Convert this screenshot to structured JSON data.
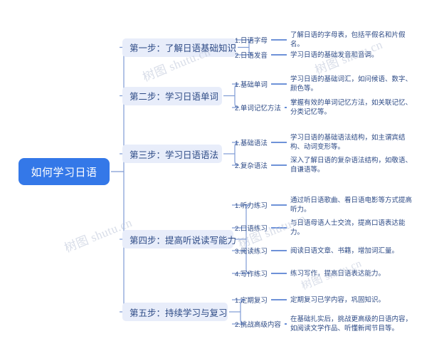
{
  "title": "如何学习日语",
  "root": {
    "label": "如何学习日语",
    "color": "#3478e8"
  },
  "theme": {
    "branch_bg": "#e8edfa",
    "branch_text": "#2d4a85",
    "line": "#7f9bd4",
    "lead_line": "#3f6fcc"
  },
  "watermarks": [
    {
      "text": "树图 shutu.cn"
    },
    {
      "text": "树图 shutu.cn"
    },
    {
      "text": "树图 shutu.cn"
    },
    {
      "text": "树图 shutu.cn"
    },
    {
      "text": "树图 shutu.cn"
    }
  ],
  "branches": [
    {
      "label": "第一步：了解日语基础知识",
      "leaves": [
        {
          "label": "1.日语字母",
          "desc": "了解日语的字母表，包括平假名和片假名。"
        },
        {
          "label": "2.日语发音",
          "desc": "学习日语的基础发音和音调。"
        }
      ]
    },
    {
      "label": "第二步：学习日语单词",
      "leaves": [
        {
          "label": "1.基础单词",
          "desc": "学习日语的基础词汇，如问候语、数字、颜色等。"
        },
        {
          "label": "2.单词记忆方法",
          "desc": "掌握有效的单词记忆方法，如关联记忆、分类记忆等。"
        }
      ]
    },
    {
      "label": "第三步：学习日语语法",
      "leaves": [
        {
          "label": "1.基础语法",
          "desc": "学习日语的基础语法结构，如主谓宾结构、动词变形等。"
        },
        {
          "label": "2.复杂语法",
          "desc": "深入了解日语的复杂语法结构，如敬语、自谦语等。"
        }
      ]
    },
    {
      "label": "第四步：提高听说读写能力",
      "leaves": [
        {
          "label": "1.听力练习",
          "desc": "通过听日语歌曲、看日语电影等方式提高听力。"
        },
        {
          "label": "2.口语练习",
          "desc": "与日语母语人士交流，提高口语表达能力。"
        },
        {
          "label": "3.阅读练习",
          "desc": "阅读日语文章、书籍，增加词汇量。"
        },
        {
          "label": "4.写作练习",
          "desc": "练习写作，提高日语表达能力。"
        }
      ]
    },
    {
      "label": "第五步：持续学习与复习",
      "leaves": [
        {
          "label": "1.定期复习",
          "desc": "定期复习已学内容，巩固知识。"
        },
        {
          "label": "2.挑战高级内容",
          "desc": "在基础扎实后，挑战更高级的日语内容，如阅读文学作品、听懂新闻节目等。"
        }
      ]
    }
  ]
}
